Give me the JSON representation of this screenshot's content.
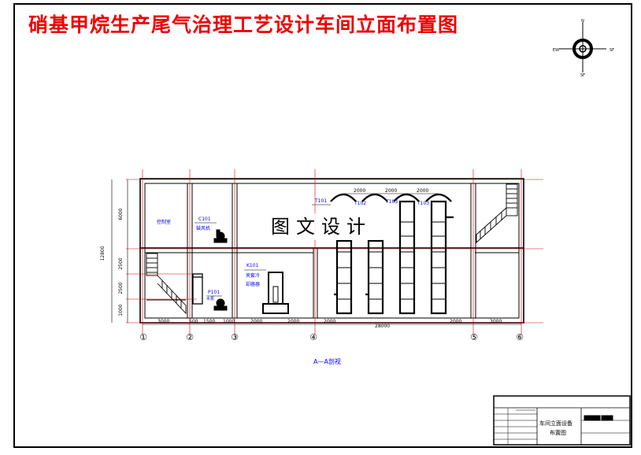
{
  "title": "硝基甲烷生产尾气治理工艺设计车间立面布置图",
  "watermark": "图文设计",
  "view_label": "A—A剖视",
  "compass": {
    "n": "N",
    "s": "SF",
    "e": "SF",
    "w": "EW"
  },
  "vertical_dims": {
    "overall": "12800",
    "top": "6000",
    "mid": "2500",
    "lower": "2500",
    "bottom": "1000"
  },
  "horizontal_dims": [
    "3000",
    "500",
    "1500",
    "1000",
    "2000",
    "2000",
    "2000",
    "2000",
    "3000"
  ],
  "total_length": "28000",
  "top_dims": [
    "2000",
    "2000",
    "2000"
  ],
  "axes": [
    "①",
    "②",
    "③",
    "④",
    "⑤",
    "⑥"
  ],
  "equipment": {
    "control_room": "控制室",
    "c101_tag": "C101",
    "c101_name": "鼓风机",
    "k101_tag": "K101",
    "k101_name1": "夹套冷",
    "k101_name2": "却器器",
    "p101_tag": "P101",
    "p101_name": "水泵",
    "t101": "T101",
    "t102": "T102",
    "t103a": "T103",
    "t103b": "T103"
  },
  "title_block": {
    "line1": "车间立面设备",
    "line2": "布置图"
  }
}
